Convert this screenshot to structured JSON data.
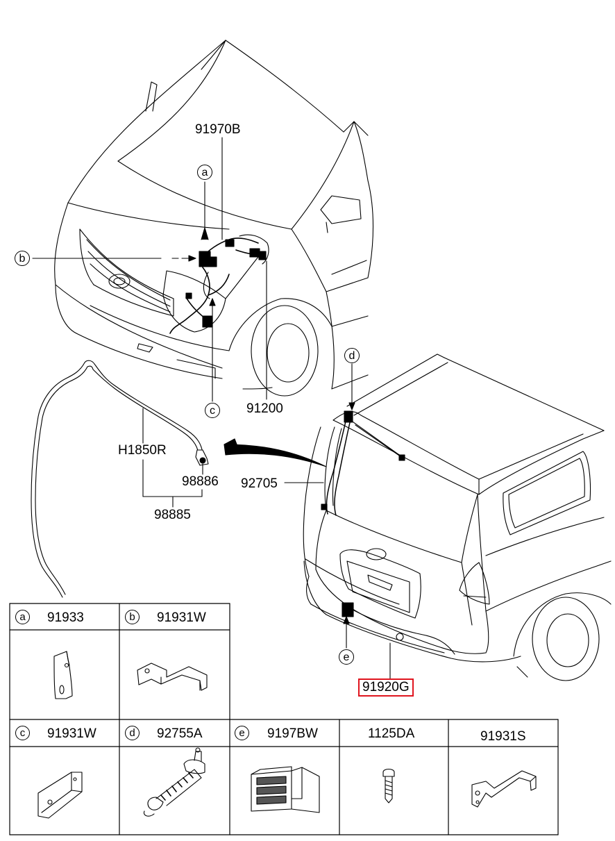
{
  "callouts": {
    "a": "a",
    "b": "b",
    "c": "c",
    "d": "d",
    "e": "e"
  },
  "parts": {
    "p91970B": "91970B",
    "p91200": "91200",
    "pH1850R": "H1850R",
    "p98886": "98886",
    "p98885": "98885",
    "p92705": "92705",
    "p91920G": "91920G"
  },
  "highlight_color": "#e0141e",
  "table": {
    "row1": [
      {
        "letter": "a",
        "code": "91933"
      },
      {
        "letter": "b",
        "code": "91931W"
      }
    ],
    "row2": [
      {
        "letter": "c",
        "code": "91931W"
      },
      {
        "letter": "d",
        "code": "92755A"
      },
      {
        "letter": "e",
        "code": "9197BW"
      },
      {
        "letter": "",
        "code": "1125DA"
      },
      {
        "letter": "",
        "code": "91931S"
      }
    ]
  }
}
